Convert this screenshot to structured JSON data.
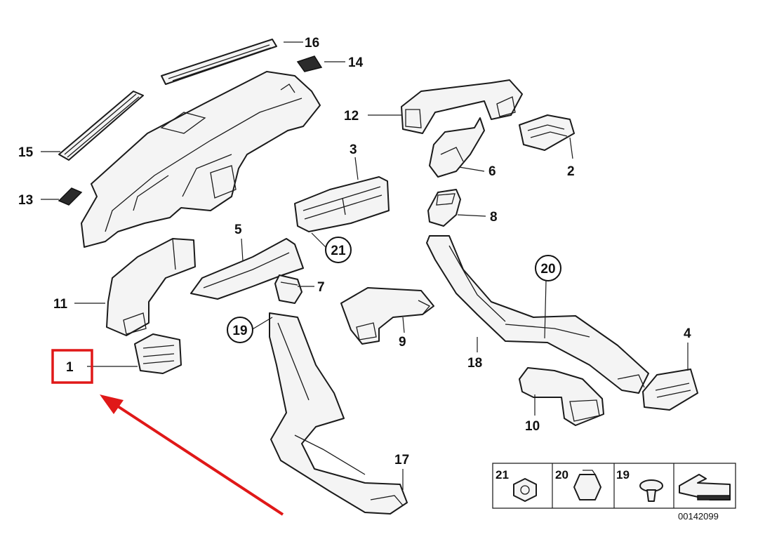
{
  "callouts": {
    "c1": "1",
    "c2": "2",
    "c3": "3",
    "c4": "4",
    "c5": "5",
    "c6": "6",
    "c7": "7",
    "c8": "8",
    "c9": "9",
    "c10": "10",
    "c11": "11",
    "c12": "12",
    "c13": "13",
    "c14": "14",
    "c15": "15",
    "c16": "16",
    "c17": "17",
    "c18": "18",
    "c19": "19",
    "c20": "20",
    "c21": "21"
  },
  "legend": {
    "l21": "21",
    "l20": "20",
    "l19": "19"
  },
  "diagram_code": "00142099",
  "colors": {
    "highlight": "#e01818",
    "line": "#1a1a1a",
    "part_fill": "#f4f4f4"
  }
}
